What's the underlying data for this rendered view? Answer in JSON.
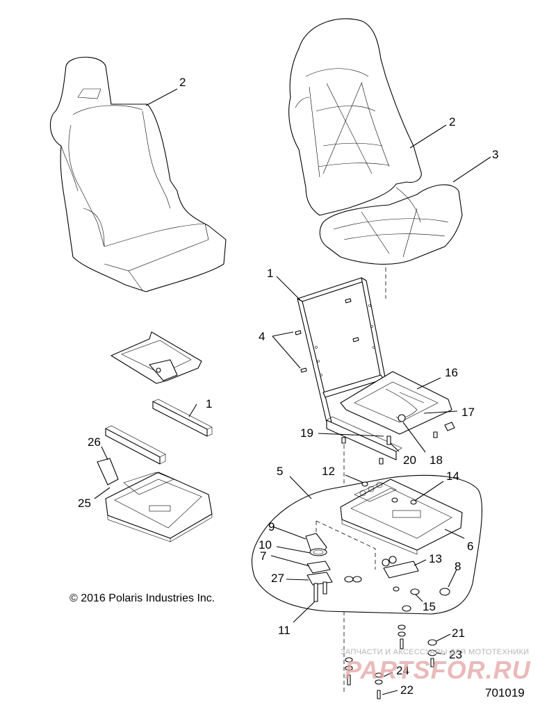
{
  "callouts": [
    {
      "id": "c2a",
      "text": "2"
    },
    {
      "id": "c2b",
      "text": "2"
    },
    {
      "id": "c3",
      "text": "3"
    },
    {
      "id": "c1a",
      "text": "1"
    },
    {
      "id": "c4",
      "text": "4"
    },
    {
      "id": "c16",
      "text": "16"
    },
    {
      "id": "c17",
      "text": "17"
    },
    {
      "id": "c1b",
      "text": "1"
    },
    {
      "id": "c19",
      "text": "19"
    },
    {
      "id": "c20",
      "text": "20"
    },
    {
      "id": "c18",
      "text": "18"
    },
    {
      "id": "c26",
      "text": "26"
    },
    {
      "id": "c25",
      "text": "25"
    },
    {
      "id": "c5",
      "text": "5"
    },
    {
      "id": "c12",
      "text": "12"
    },
    {
      "id": "c14",
      "text": "14"
    },
    {
      "id": "c6",
      "text": "6"
    },
    {
      "id": "c9",
      "text": "9"
    },
    {
      "id": "c10",
      "text": "10"
    },
    {
      "id": "c7",
      "text": "7"
    },
    {
      "id": "c13",
      "text": "13"
    },
    {
      "id": "c8",
      "text": "8"
    },
    {
      "id": "c27",
      "text": "27"
    },
    {
      "id": "c15",
      "text": "15"
    },
    {
      "id": "c11",
      "text": "11"
    },
    {
      "id": "c21",
      "text": "21"
    },
    {
      "id": "c23",
      "text": "23"
    },
    {
      "id": "c24",
      "text": "24"
    },
    {
      "id": "c22",
      "text": "22"
    }
  ],
  "copyright": "© 2016 Polaris Industries Inc.",
  "drawing_number": "701019",
  "watermark": {
    "line1": "ЗАПЧАСТИ И АКСЕССУАРЫ ДЛЯ МОТОТЕХНИКИ",
    "line2": "PARTSFOR.RU"
  },
  "colors": {
    "line": "#000000",
    "watermark_text": "#e3a3a3"
  }
}
